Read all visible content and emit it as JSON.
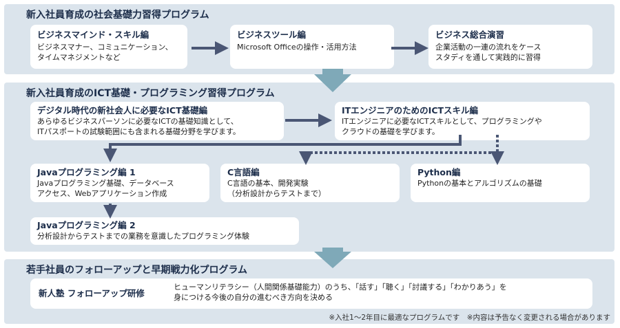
{
  "sections": [
    {
      "title": "新入社員育成の社会基礎力習得プログラム",
      "boxes": [
        {
          "title": "ビジネスマインド・スキル編",
          "lines": [
            "ビジネスマナー、コミュニケーション、",
            "タイムマネジメントなど"
          ]
        },
        {
          "title": "ビジネスツール編",
          "lines": [
            "Microsoft Officeの操作・活用方法"
          ]
        },
        {
          "title": "ビジネス総合演習",
          "lines": [
            "企業活動の一連の流れをケース",
            "スタディを通して実践的に習得"
          ]
        }
      ]
    },
    {
      "title": "新入社員育成のICT基礎・プログラミング習得プログラム",
      "boxes": [
        {
          "title": "デジタル時代の新社会人に必要なICT基礎編",
          "lines": [
            "あらゆるビジネスパーソンに必要なICTの基礎知識として、",
            "ITパスポートの試験範囲にも含まれる基礎分野を学びます。"
          ]
        },
        {
          "title": "ITエンジニアのためのICTスキル編",
          "lines": [
            "ITエンジニアに必要なICTスキルとして、プログラミングや",
            "クラウドの基礎を学びます。"
          ]
        },
        {
          "title": "Javaプログラミング編 1",
          "lines": [
            "Javaプログラミング基礎、データベース",
            "アクセス、Webアプリケーション作成"
          ]
        },
        {
          "title": "C言語編",
          "lines": [
            "C言語の基本、開発実験",
            "（分析設計からテストまで）"
          ]
        },
        {
          "title": "Python編",
          "lines": [
            "Pythonの基本とアルゴリズムの基礎"
          ]
        },
        {
          "title": "Javaプログラミング編 2",
          "lines": [
            "分析設計からテストまでの業務を意識したプログラミング体験"
          ]
        }
      ]
    },
    {
      "title": "若手社員のフォローアップと早期戦力化プログラム",
      "boxes": [
        {
          "title": "新人塾 フォローアップ研修",
          "lines": [
            "ヒューマンリテラシー（人間関係基礎能力）のうち、「話す」「聴く」「討議する」「わかりあう」を",
            "身につける今後の自分の進むべき方向を決める"
          ]
        }
      ]
    }
  ],
  "note": "※入社1〜2年目に最適なプログラムです　※内容は予告なく変更される場合があります",
  "colors": {
    "panel": "#dbe4ec",
    "arrow": "#4a5674",
    "flow": "#7fa9b8"
  }
}
